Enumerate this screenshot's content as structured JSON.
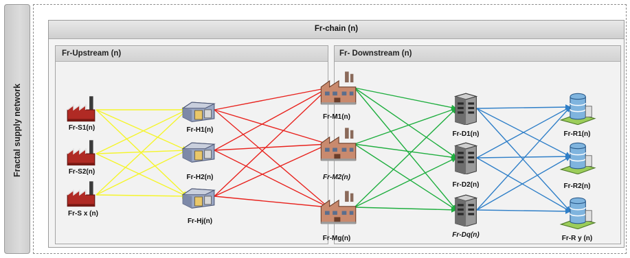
{
  "sidebar": {
    "title": "Fractal supply network"
  },
  "chain": {
    "title": "Fr-chain (n)"
  },
  "upstream": {
    "title": "Fr-Upstream (n)"
  },
  "downstream": {
    "title": "Fr- Downstream (n)"
  },
  "suppliers": [
    {
      "label": "Fr-S1(n)",
      "icon": "factory-icon"
    },
    {
      "label": "Fr-S2(n)",
      "icon": "factory-icon"
    },
    {
      "label": "Fr-S x (n)",
      "icon": "factory-icon"
    }
  ],
  "hubs": [
    {
      "label": "Fr-H1(n)",
      "icon": "warehouse-icon"
    },
    {
      "label": "Fr-H2(n)",
      "icon": "warehouse-icon"
    },
    {
      "label": "Fr-Hj(n)",
      "icon": "warehouse-icon"
    }
  ],
  "manufacturers": [
    {
      "label": "Fr-M1(n)",
      "icon": "manufacturing-plant-icon"
    },
    {
      "label": "Fr-M2(n)",
      "icon": "manufacturing-plant-icon",
      "italic": true
    },
    {
      "label": "Fr-Mg(n)",
      "icon": "manufacturing-plant-icon"
    }
  ],
  "distributors": [
    {
      "label": "Fr-D1(n)",
      "icon": "distribution-center-icon"
    },
    {
      "label": "Fr-D2(n)",
      "icon": "distribution-center-icon"
    },
    {
      "label": "Fr-Dq(n)",
      "icon": "distribution-center-icon",
      "italic": true
    }
  ],
  "retailers": [
    {
      "label": "Fr-R1(n)",
      "icon": "retail-building-icon"
    },
    {
      "label": "Fr-R2(n)",
      "icon": "retail-building-icon"
    },
    {
      "label": "Fr-R y (n)",
      "icon": "retail-building-icon"
    }
  ],
  "link_colors": {
    "supplier_to_hub": "#f5f52a",
    "hub_to_manufacturer": "#e8231e",
    "manufacturer_to_distributor": "#1fae3f",
    "distributor_to_retailer": "#2f7fc8"
  }
}
